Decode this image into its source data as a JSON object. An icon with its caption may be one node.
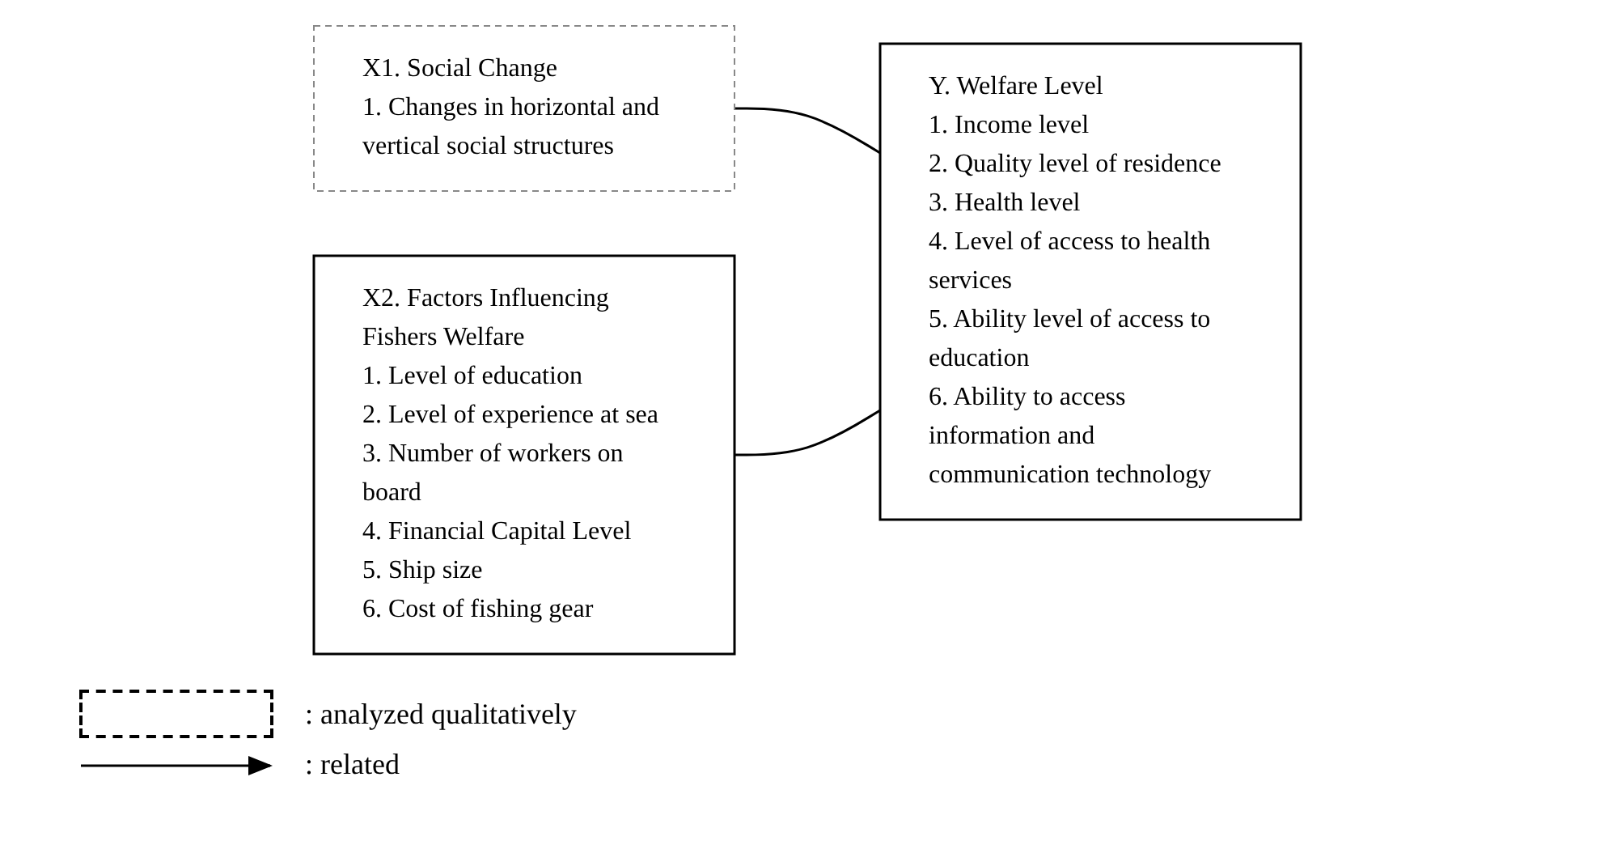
{
  "diagram": {
    "nodes": [
      {
        "text": [
          "X1. Social Change",
          "1. Changes in horizontal and vertical social structures"
        ]
      },
      {
        "text": [
          "X2. Factors Influencing Fishers Welfare",
          "1. Level of education",
          "2. Level of experience at sea",
          "3. Number of workers on board",
          "4. Financial Capital Level",
          "5. Ship size",
          "6. Cost of fishing gear"
        ]
      },
      {
        "text": [
          "Y. Welfare Level",
          "1. Income level",
          "2. Quality level of residence",
          "3. Health level",
          "4. Level of access to health services",
          "5. Ability level of access to education",
          "6. Ability to access information and communication technology"
        ]
      }
    ],
    "edges": [
      {
        "from": 0,
        "to": 2,
        "arrow": "none"
      },
      {
        "from": 1,
        "to": 2,
        "arrow": "none"
      }
    ],
    "legend": [
      {
        "text": ": analyzed qualitatively"
      },
      {
        "text": ": related"
      }
    ]
  }
}
